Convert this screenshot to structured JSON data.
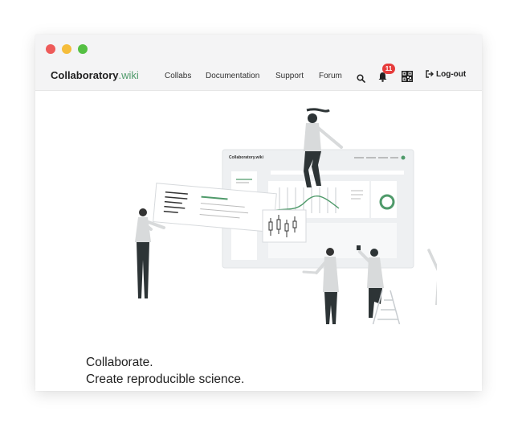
{
  "window": {
    "controls": [
      "close",
      "minimize",
      "maximize"
    ]
  },
  "brand": {
    "name": "Collaboratory",
    "tld": ".wiki",
    "accent": "#4f9a6a"
  },
  "nav": {
    "links": [
      "Collabs",
      "Documentation",
      "Support",
      "Forum"
    ],
    "search_icon": "search-icon",
    "notifications": {
      "icon": "bell-icon",
      "count": "11",
      "badge_color": "#e63b3b"
    },
    "qr_icon": "qr-code-icon",
    "logout_label": "Log-out",
    "logout_icon": "logout-icon"
  },
  "illustration": {
    "mock_app_brand": "Collaboratory.wiki"
  },
  "hero": {
    "line1": "Collaborate.",
    "line2": "Create reproducible science."
  }
}
